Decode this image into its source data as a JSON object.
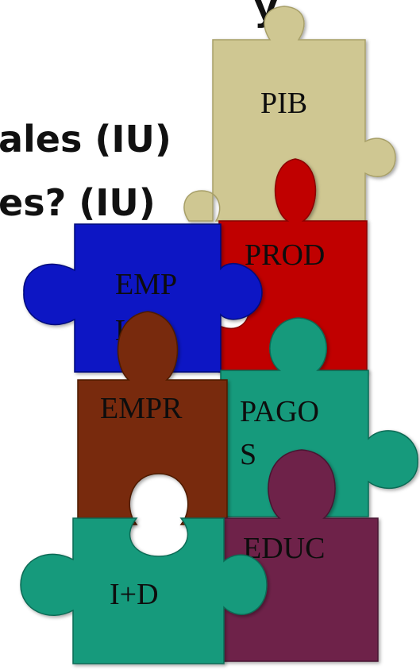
{
  "slide": {
    "title_fragments": [
      {
        "text": "y",
        "name": "heading-fragment-top"
      },
      {
        "text": "ales (IU)",
        "name": "heading-fragment-line-1"
      },
      {
        "text": "es? (IU)",
        "name": "heading-fragment-line-2"
      }
    ]
  },
  "puzzle": {
    "pieces": [
      {
        "id": "pib",
        "label_lines": [
          "PIB"
        ],
        "color": "#cfc792"
      },
      {
        "id": "prod",
        "label_lines": [
          "PROD"
        ],
        "color": "#c00000"
      },
      {
        "id": "empl",
        "label_lines": [
          "EMP",
          "L"
        ],
        "color": "#0a12c4"
      },
      {
        "id": "empr",
        "label_lines": [
          "EMPR"
        ],
        "color": "#782a08"
      },
      {
        "id": "pagos",
        "label_lines": [
          "PAGO",
          "S"
        ],
        "color": "#159a7c"
      },
      {
        "id": "educ",
        "label_lines": [
          "EDUC"
        ],
        "color": "#6e2248"
      },
      {
        "id": "id",
        "label_lines": [
          "I+D"
        ],
        "color": "#159a7c"
      }
    ]
  }
}
